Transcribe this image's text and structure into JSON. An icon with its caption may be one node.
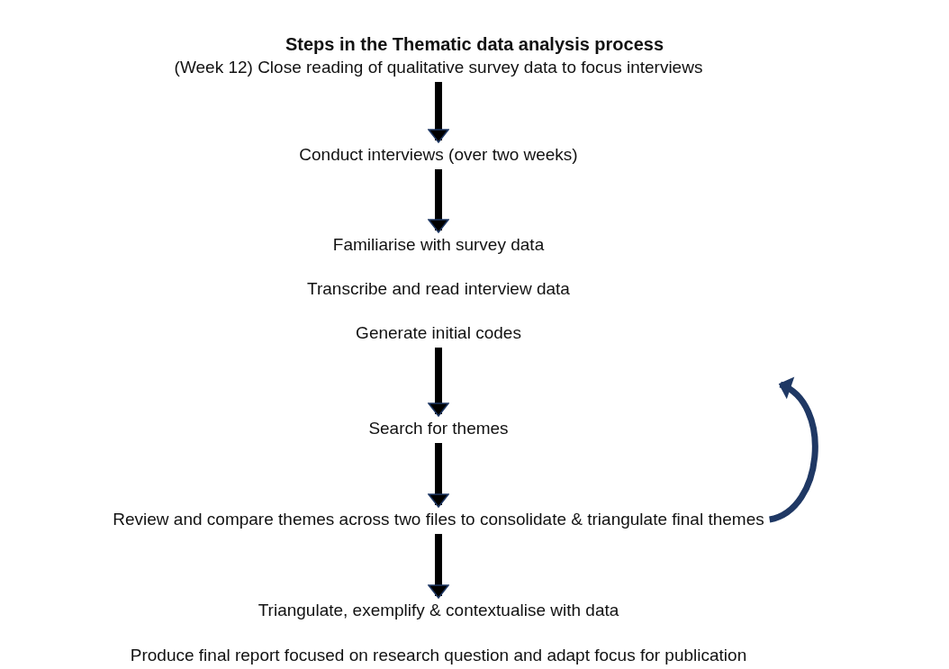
{
  "diagram": {
    "title": "Steps in the Thematic data analysis process",
    "nodes": [
      {
        "text": [
          "(Week 12) Close reading of qualitative survey data to focus interviews"
        ]
      },
      {
        "text": [
          "Conduct interviews (over two weeks)"
        ]
      },
      {
        "text": [
          "Familiarise with survey data",
          "Transcribe and read interview data",
          "Generate initial codes"
        ]
      },
      {
        "text": [
          "Search for themes"
        ]
      },
      {
        "text": [
          "Review and compare themes across two files to consolidate & triangulate final themes"
        ]
      },
      {
        "text": [
          "Triangulate, exemplify & contextualise with data",
          "Produce final report focused on research question and adapt focus for publication"
        ]
      }
    ],
    "edges": [
      {
        "from": 0,
        "to": 1,
        "arrow": "to"
      },
      {
        "from": 1,
        "to": 2,
        "arrow": "to"
      },
      {
        "from": 2,
        "to": 3,
        "arrow": "to"
      },
      {
        "from": 3,
        "to": 4,
        "arrow": "to"
      },
      {
        "from": 4,
        "to": 5,
        "arrow": "to"
      },
      {
        "from": 4,
        "to": null,
        "arrow": "to",
        "color": "#1f3864"
      }
    ]
  }
}
